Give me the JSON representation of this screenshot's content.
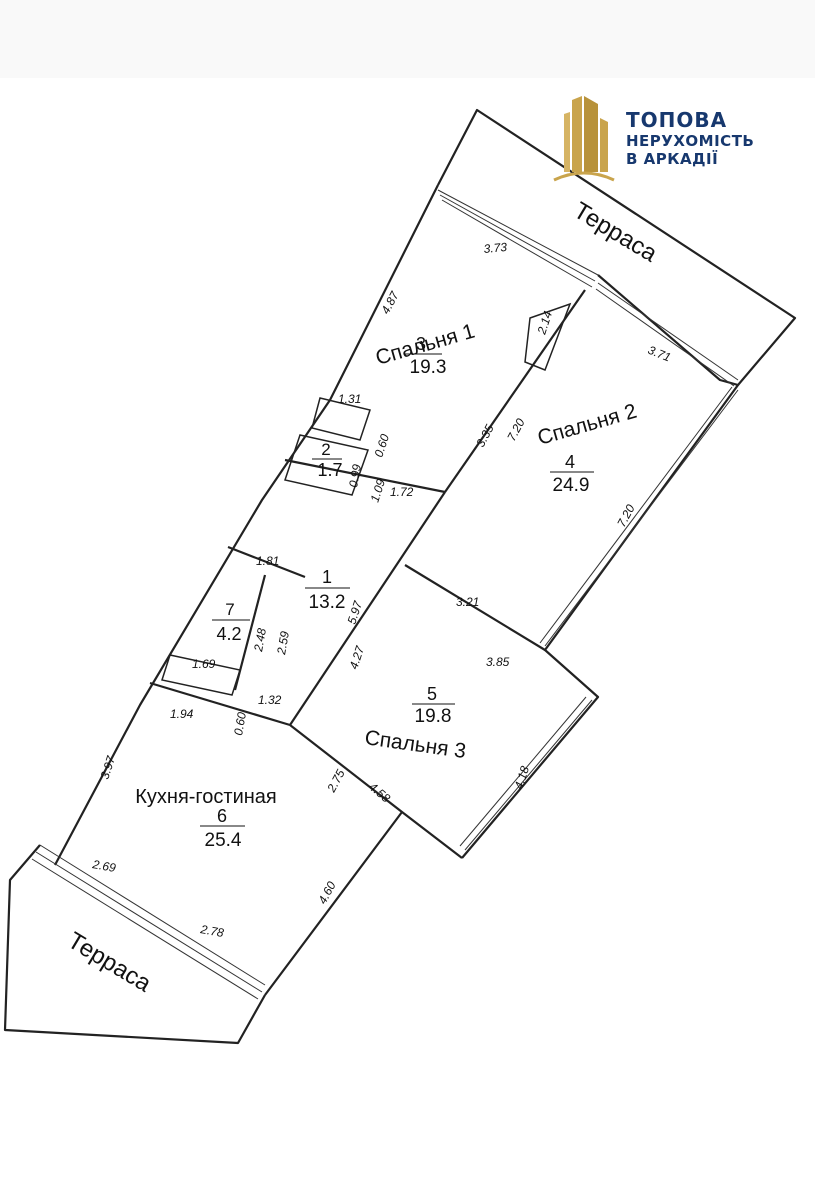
{
  "brand": {
    "line1": "ТОПОВА",
    "line2": "НЕРУХОМІСТЬ",
    "line3": "В АРКАДІЇ",
    "color": "#17386e",
    "gold": "#c9a44c"
  },
  "terraces": {
    "top": "Терраса",
    "bottom": "Терраса"
  },
  "rooms": [
    {
      "name": "Спальня 1",
      "number": "3",
      "area": "19.3"
    },
    {
      "name": "Спальня 2",
      "number": "4",
      "area": "24.9"
    },
    {
      "name": "Спальня 3",
      "number": "5",
      "area": "19.8"
    },
    {
      "name": "Кухня-гостиная",
      "number": "6",
      "area": "25.4"
    },
    {
      "name": "",
      "number": "1",
      "area": "13.2"
    },
    {
      "name": "",
      "number": "2",
      "area": "1.7"
    },
    {
      "name": "",
      "number": "7",
      "area": "4.2"
    }
  ],
  "dimensions": [
    "3.73",
    "4.87",
    "2.14",
    "3.71",
    "1.31",
    "0.60",
    "0.99",
    "1.09",
    "1.72",
    "3.35",
    "7.20",
    "7.20",
    "1.81",
    "5.97",
    "3.21",
    "2.48",
    "2.59",
    "4.27",
    "3.85",
    "1.69",
    "1.32",
    "1.94",
    "0.60",
    "2.75",
    "4.58",
    "4.18",
    "3.97",
    "2.69",
    "2.78",
    "4.60"
  ]
}
